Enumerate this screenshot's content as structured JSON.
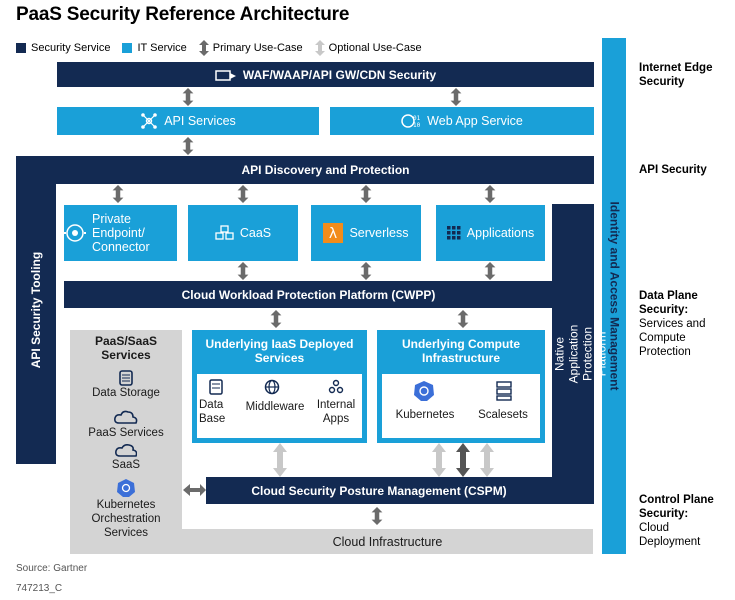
{
  "title": "PaaS Security Reference Architecture",
  "legend": {
    "security_service": "Security Service",
    "it_service": "IT Service",
    "primary": "Primary Use-Case",
    "optional": "Optional Use-Case"
  },
  "colors": {
    "navy": "#132a52",
    "blue": "#1aa0d8",
    "gray": "#d4d4d4"
  },
  "boxes": {
    "waf": "WAF/WAAP/API GW/CDN Security",
    "api_services": "API Services",
    "web_app": "Web App Service",
    "api_discovery": "API Discovery and Protection",
    "private_endpoint": "Private Endpoint/ Connector",
    "caas": "CaaS",
    "serverless": "Serverless",
    "applications": "Applications",
    "cwpp": "Cloud Workload Protection Platform (CWPP)",
    "paas_saas_title": "PaaS/SaaS Services",
    "data_storage": "Data Storage",
    "paas_services": "PaaS Services",
    "saas": "SaaS",
    "k8s_orch": "Kubernetes Orchestration Services",
    "iaas_title": "Underlying IaaS Deployed Services",
    "data_base": "Data Base",
    "middleware": "Middleware",
    "internal_apps": "Internal Apps",
    "compute_title": "Underlying Compute Infrastructure",
    "kubernetes": "Kubernetes",
    "scalesets": "Scalesets",
    "cspm": "Cloud Security Posture Management (CSPM)",
    "cloud_infra": "Cloud Infrastructure",
    "api_tooling": "API Security Tooling",
    "cnapp": "Cloud Native Application Protection Platform",
    "iam": "Identity and Access Management"
  },
  "right_labels": {
    "internet_edge": "Internet Edge Security",
    "api_security": "API Security",
    "data_plane_bold": "Data Plane Security:",
    "data_plane_rest": "Services and Compute Protection",
    "control_plane_bold": "Control Plane Security:",
    "control_plane_rest": "Cloud Deployment"
  },
  "footer": {
    "source": "Source: Gartner",
    "code": "747213_C"
  }
}
